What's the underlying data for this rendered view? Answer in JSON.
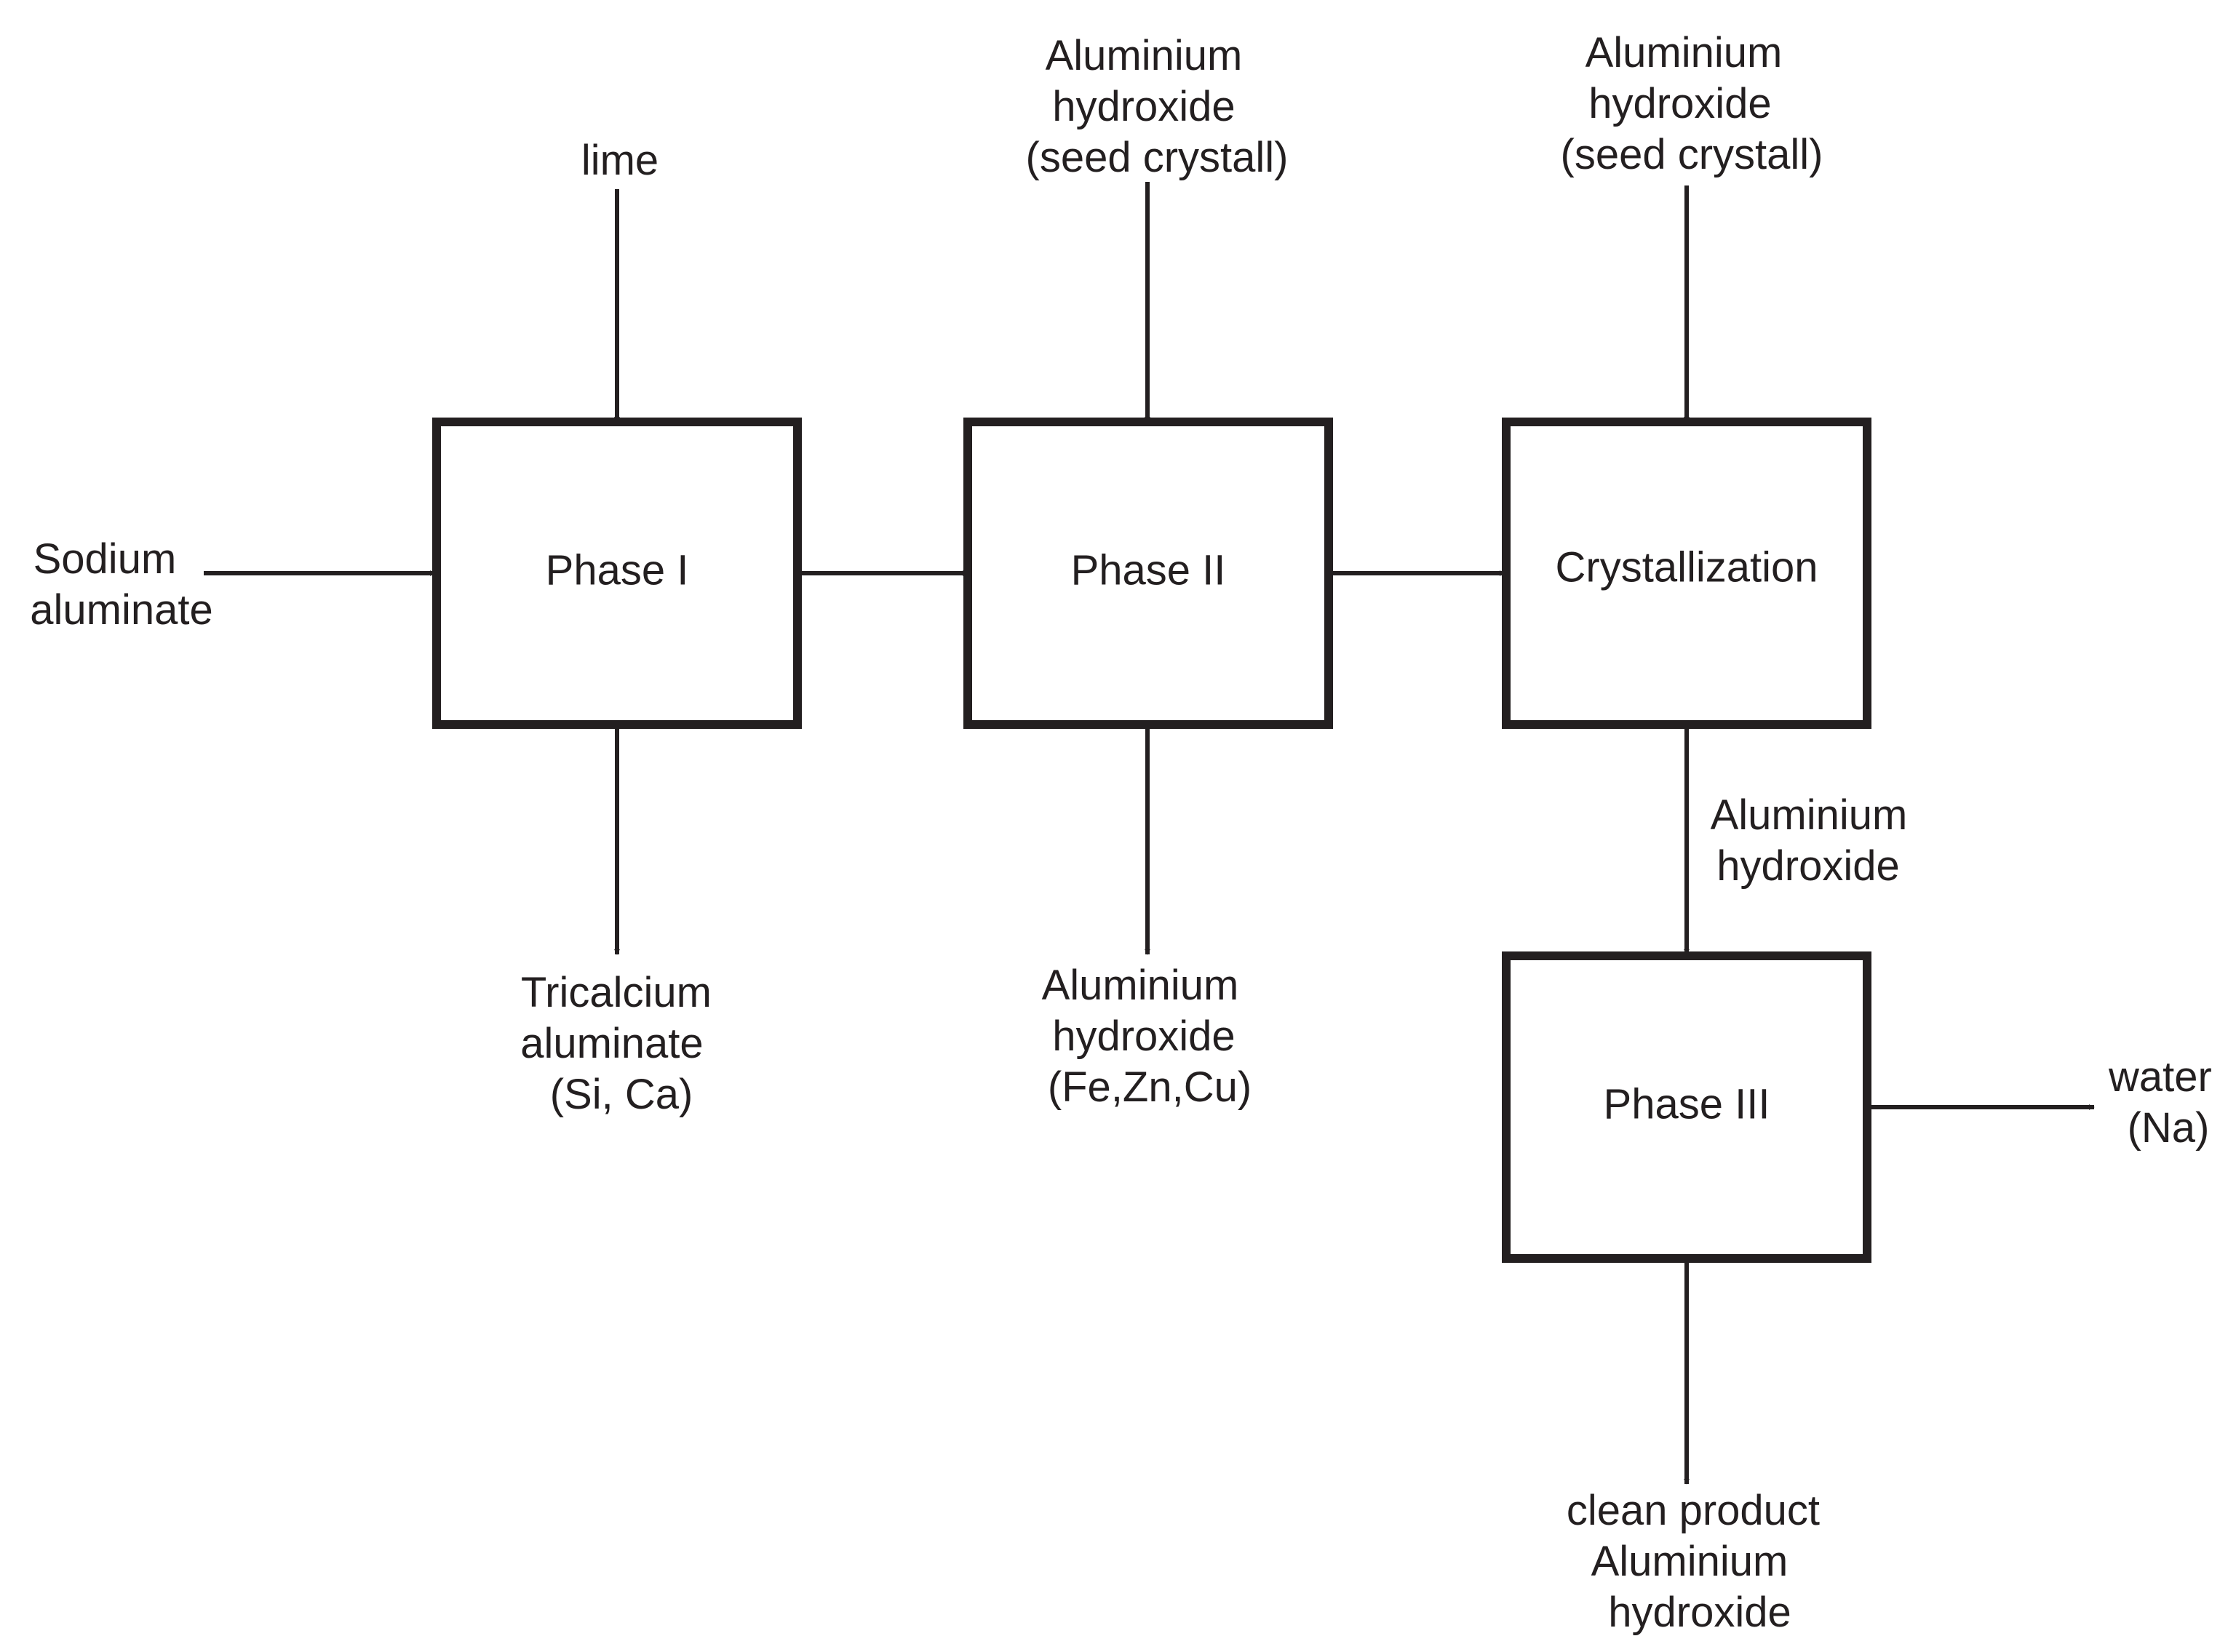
{
  "colors": {
    "line": "#231f20",
    "background": "#ffffff"
  },
  "nodes": {
    "phase1": "Phase I",
    "phase2": "Phase II",
    "crystallization": "Crystallization",
    "phase3": "Phase III"
  },
  "inputs": {
    "sodium_aluminate": [
      "Sodium",
      "aluminate"
    ],
    "lime": [
      "lime"
    ],
    "seed_phase2": [
      "Aluminium",
      "hydroxide",
      "(seed crystall)"
    ],
    "seed_crystallization": [
      "Aluminium",
      "hydroxide",
      "(seed crystall)"
    ]
  },
  "outputs": {
    "tricalcium": [
      "Tricalcium",
      "aluminate",
      "(Si, Ca)"
    ],
    "aluminium_hydroxide_impure": [
      "Aluminium",
      "hydroxide",
      "(Fe,Zn,Cu)"
    ],
    "aluminium_hydroxide_intermediate": [
      "Aluminium",
      "hydroxide"
    ],
    "water": [
      "water",
      "(Na)"
    ],
    "clean_product": [
      "clean product",
      "Aluminium",
      "hydroxide"
    ]
  }
}
